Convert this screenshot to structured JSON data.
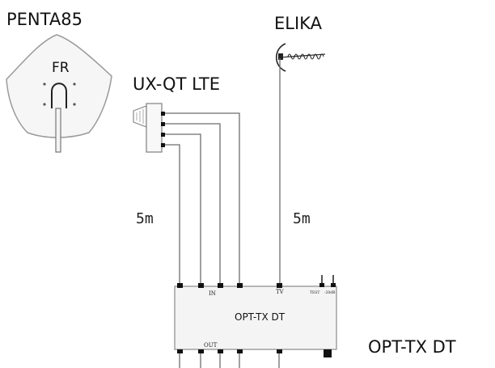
{
  "antennas": {
    "penta": {
      "label": "PENTA85",
      "badge": "FR"
    },
    "elika": {
      "label": "ELIKA"
    },
    "uxqt": {
      "label": "UX-QT LTE"
    }
  },
  "cables": {
    "left_length": "5m",
    "right_length": "5m"
  },
  "unit": {
    "name": "OPT-TX DT",
    "side_label": "OPT-TX DT",
    "port_in": "IN",
    "port_tv": "TV",
    "port_test": "TEST",
    "port_att": "-20dB",
    "port_out": "OUT"
  },
  "colors": {
    "line": "#6e6e6e",
    "port": "#111111",
    "panel_fill": "#f4f4f4",
    "panel_stroke": "#8a8a8a"
  }
}
